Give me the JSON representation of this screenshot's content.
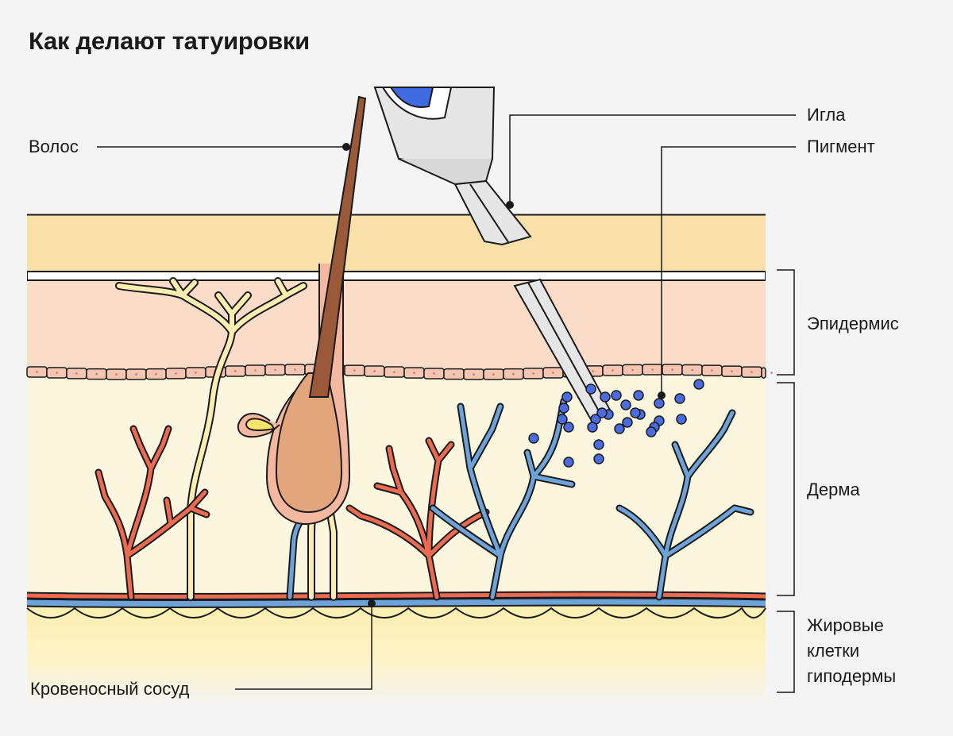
{
  "title": "Как делают татуировки",
  "labels": {
    "hair": "Волос",
    "needle": "Игла",
    "pigment": "Пигмент",
    "epidermis": "Эпидермис",
    "dermis": "Дерма",
    "fat_line1": "Жировые",
    "fat_line2": "клетки",
    "fat_line3": "гиподермы",
    "blood_vessel": "Кровеносный сосуд"
  },
  "colors": {
    "background": "#f4f4f4",
    "outer_layer": "#f9dfa8",
    "epidermis": "#fbdcc8",
    "dermis": "#fdf6df",
    "hypodermis": "#fcefb0",
    "artery": "#ea6b52",
    "vein": "#6ea3da",
    "nerve": "#fbeeb0",
    "hair": "#9a5a3a",
    "follicle": "#e3a57c",
    "pigment": "#4a6ce0",
    "needle_body": "#e2e2e2",
    "needle_accent": "#3f6ae0"
  }
}
